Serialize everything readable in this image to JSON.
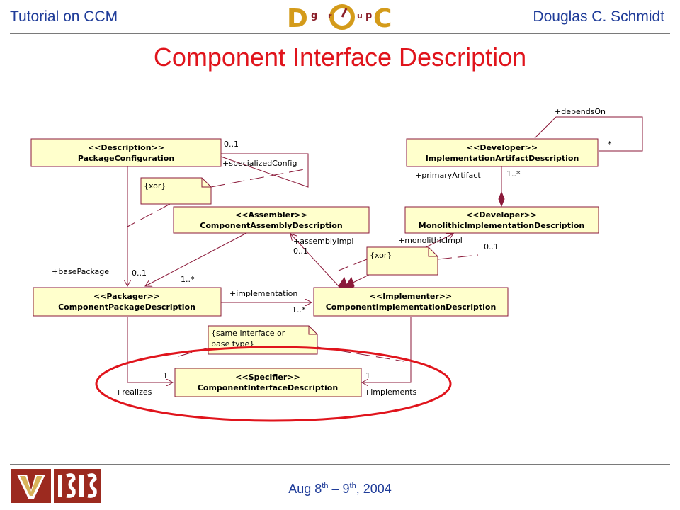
{
  "header": {
    "left": "Tutorial on CCM",
    "right": "Douglas C. Schmidt",
    "logo_letters": [
      "D",
      "O",
      "C"
    ],
    "logo_small_letters": [
      "g",
      "r",
      "u",
      "p"
    ]
  },
  "title": "Component Interface Description",
  "footer": {
    "date_prefix": "Aug 8",
    "sup1": "th",
    "date_mid": " – 9",
    "sup2": "th",
    "date_suffix": ", 2004"
  },
  "diagram": {
    "classes": {
      "package_configuration": {
        "stereotype": "<<Description>>",
        "name": "PackageConfiguration"
      },
      "impl_artifact": {
        "stereotype": "<<Developer>>",
        "name": "ImplementationArtifactDescription"
      },
      "assembly": {
        "stereotype": "<<Assembler>>",
        "name": "ComponentAssemblyDescription"
      },
      "monolithic": {
        "stereotype": "<<Developer>>",
        "name": "MonolithicImplementationDescription"
      },
      "package": {
        "stereotype": "<<Packager>>",
        "name": "ComponentPackageDescription"
      },
      "implementation": {
        "stereotype": "<<Implementer>>",
        "name": "ComponentImplementationDescription"
      },
      "interface": {
        "stereotype": "<<Specifier>>",
        "name": "ComponentInterfaceDescription"
      }
    },
    "notes": {
      "xor1": "{xor}",
      "xor2": "{xor}",
      "same_line1": "{same interface or",
      "same_line2": "base type}"
    },
    "labels": {
      "m01_top": "0..1",
      "specialized_config": "+specializedConfig",
      "depends_on": "+dependsOn",
      "star": "*",
      "primary_artifact": "+primaryArtifact",
      "one_star_top": "1..*",
      "assembly_impl": "+assemblyImpl",
      "monolithic_impl": "+monolithicImpl",
      "m01_assembly": "0..1",
      "m01_mono": "0..1",
      "base_package": "+basePackage",
      "m01_base": "0..1",
      "one_star_mid": "1..*",
      "implementation": "+implementation",
      "one_star_impl": "1..*",
      "one_realizes": "1",
      "realizes": "+realizes",
      "one_implements": "1",
      "implements": "+implements"
    }
  },
  "colors": {
    "header_text": "#1f3c99",
    "title": "#e0141c",
    "class_fill": "#ffffcc",
    "line": "#8b1a3a",
    "highlight_ellipse": "#e0141c"
  }
}
